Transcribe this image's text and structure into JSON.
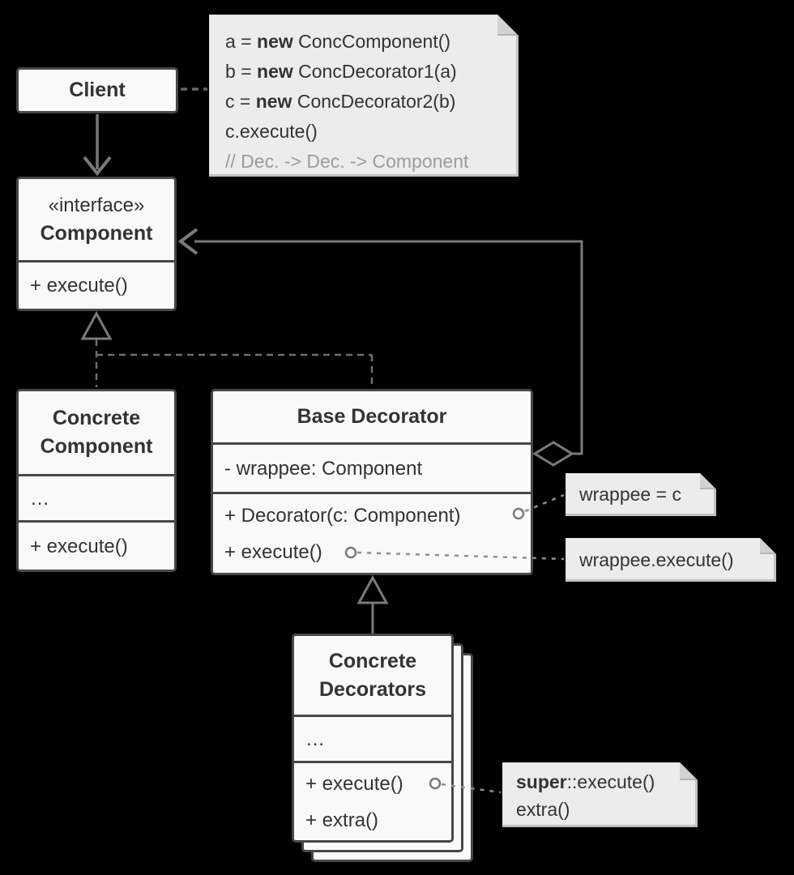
{
  "palette": {
    "background": "#000000",
    "box_fill": "#f9f9f9",
    "box_border": "#474747",
    "note_fill": "#ececec",
    "connector_gray": "#7a7a7a",
    "text_dark": "#333333",
    "comment_gray": "#9c9c9c"
  },
  "client": {
    "name": "Client"
  },
  "code_note": {
    "lines": [
      {
        "pre": "a = ",
        "kw": "new",
        "post": " ConcComponent()"
      },
      {
        "pre": "b = ",
        "kw": "new",
        "post": " ConcDecorator1(a)"
      },
      {
        "pre": "c = ",
        "kw": "new",
        "post": " ConcDecorator2(b)"
      },
      {
        "pre": "c.execute()",
        "kw": "",
        "post": ""
      }
    ],
    "comment": "// Dec. -> Dec. -> Component"
  },
  "component_interface": {
    "stereotype": "«interface»",
    "name": "Component",
    "method": "+ execute()"
  },
  "concrete_component": {
    "name": "Concrete Component",
    "ellipsis": "…",
    "method": "+ execute()"
  },
  "base_decorator": {
    "name": "Base Decorator",
    "field": "- wrappee: Component",
    "method_ctor": "+ Decorator(c: Component)",
    "method_exec": "+ execute()"
  },
  "concrete_decorators": {
    "name": "Concrete Decorators",
    "ellipsis": "…",
    "method_exec": "+ execute()",
    "method_extra": "+ extra()"
  },
  "notes": {
    "wrappee_assign": "wrappee = c",
    "wrappee_execute": "wrappee.execute()",
    "super_kw": "super",
    "super_rest": "::execute()",
    "extra_line": "extra()"
  }
}
